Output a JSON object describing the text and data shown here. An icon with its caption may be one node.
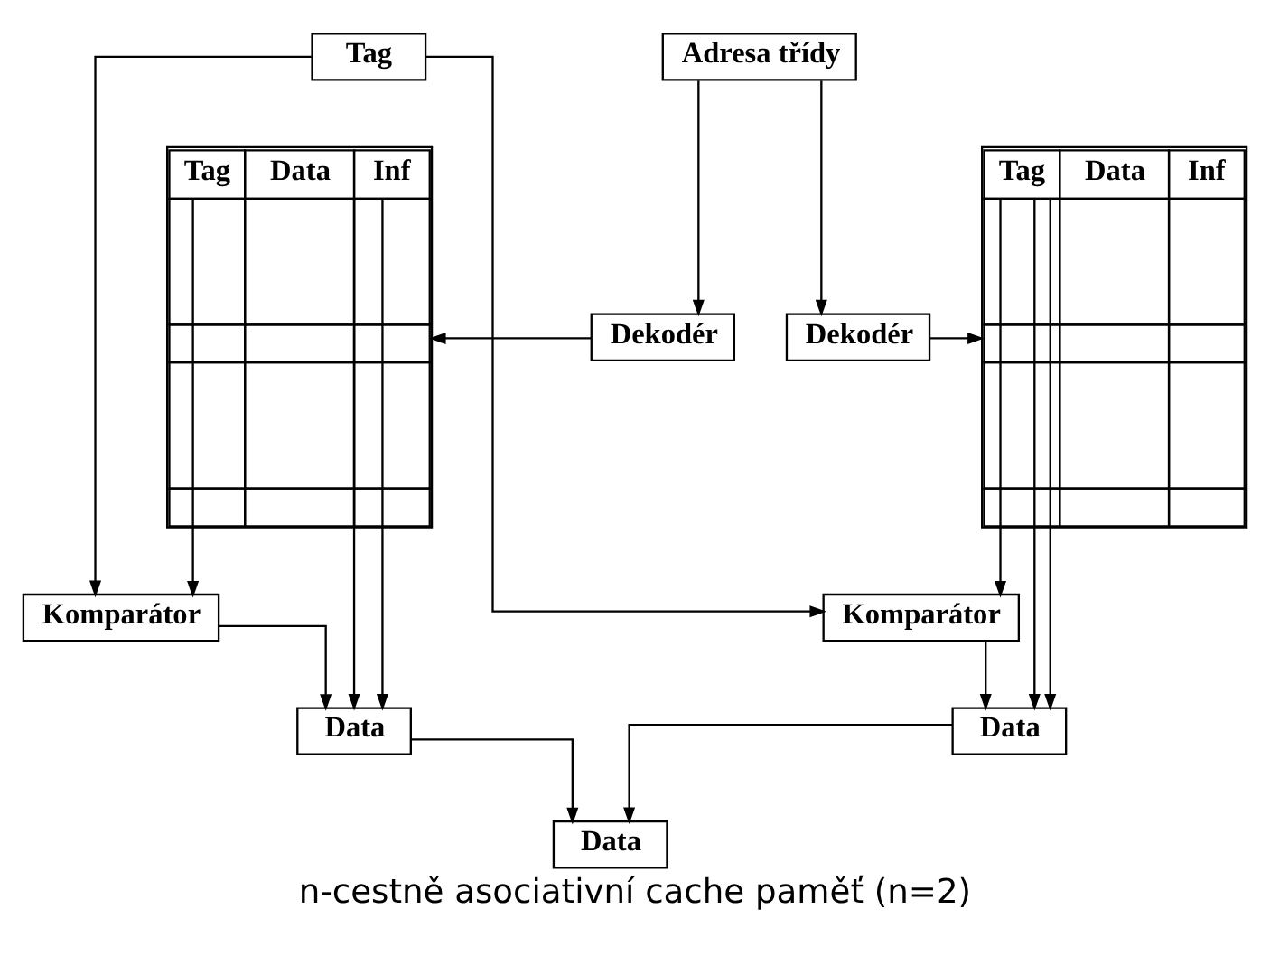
{
  "diagram": {
    "caption": "n-cestně asociativní cache paměť (n=2)",
    "nodes": [
      {
        "text": [
          "Tag"
        ]
      },
      {
        "text": [
          "Adresa třídy"
        ]
      },
      {
        "text": [
          "Dekodér"
        ]
      },
      {
        "text": [
          "Tag",
          "Data",
          "Inf"
        ]
      },
      {
        "text": [
          "Dekodér"
        ]
      },
      {
        "text": [
          "Tag",
          "Data",
          "Inf"
        ]
      },
      {
        "text": [
          "Komparátor"
        ]
      },
      {
        "text": [
          "Data"
        ]
      },
      {
        "text": [
          "Komparátor"
        ]
      },
      {
        "text": [
          "Data"
        ]
      },
      {
        "text": [
          "Data"
        ]
      }
    ],
    "edges": [
      {
        "from": 0,
        "to": 6,
        "arrow": "to"
      },
      {
        "from": 0,
        "to": 8,
        "arrow": "to"
      },
      {
        "from": 1,
        "to": 2,
        "arrow": "to"
      },
      {
        "from": 1,
        "to": 4,
        "arrow": "to"
      },
      {
        "from": 2,
        "to": 3,
        "arrow": "to"
      },
      {
        "from": 4,
        "to": 5,
        "arrow": "to"
      },
      {
        "from": 3,
        "to": 6,
        "arrow": "to"
      },
      {
        "from": 3,
        "to": 7,
        "arrow": "to"
      },
      {
        "from": 3,
        "to": 7,
        "arrow": "to"
      },
      {
        "from": 6,
        "to": 7,
        "arrow": "to"
      },
      {
        "from": 5,
        "to": 8,
        "arrow": "to"
      },
      {
        "from": 5,
        "to": 9,
        "arrow": "to"
      },
      {
        "from": 5,
        "to": 9,
        "arrow": "to"
      },
      {
        "from": 8,
        "to": 9,
        "arrow": "to"
      },
      {
        "from": 7,
        "to": 10,
        "arrow": "to"
      },
      {
        "from": 9,
        "to": 10,
        "arrow": "to"
      }
    ]
  }
}
